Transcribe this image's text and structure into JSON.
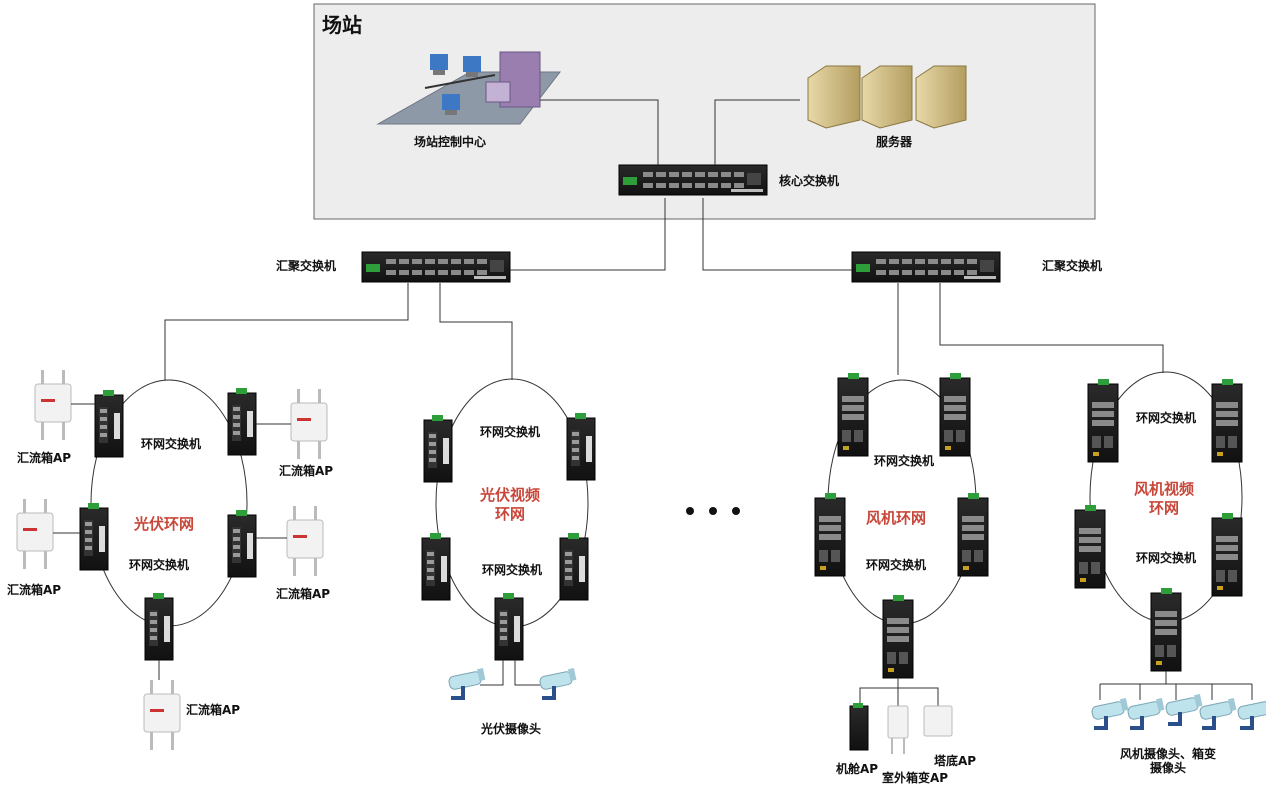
{
  "station": {
    "title": "场站"
  },
  "labels": {
    "control_center": "场站控制中心",
    "servers": "服务器",
    "core_switch": "核心交换机",
    "agg_switch": "汇聚交换机",
    "ring_switch": "环网交换机",
    "combiner_ap": "汇流箱AP",
    "pv_ring": "光伏环网",
    "pv_video_ring": "光伏视频\n环网",
    "pv_camera": "光伏摄像头",
    "wind_ring": "风机环网",
    "wind_video_ring": "风机视频\n环网",
    "nacelle_ap": "机舱AP",
    "outdoor_ap": "室外箱变AP",
    "tower_ap": "塔底AP",
    "wind_camera": "风机摄像头、箱变\n摄像头",
    "ellipsis": "• • •"
  },
  "colors": {
    "box_bg": "#ededed",
    "ring_label": "#c8473a",
    "line": "#333333"
  }
}
